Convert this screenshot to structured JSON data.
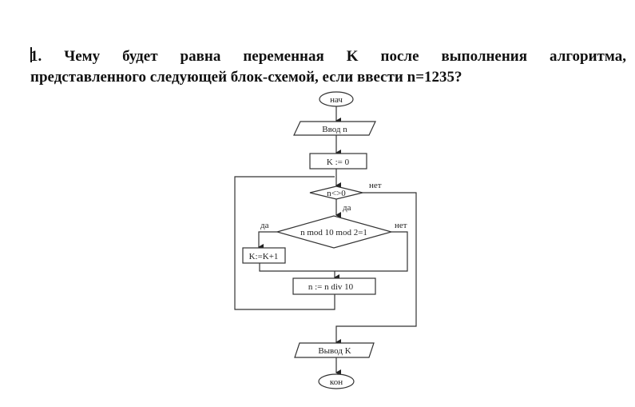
{
  "question": {
    "number": "1.",
    "line1_words": [
      "Чему",
      "будет",
      "равна",
      "переменная",
      "K",
      "после",
      "выполнения",
      "алгоритма,"
    ],
    "line2": "представленного следующей блок-схемой, если ввести n=1235?"
  },
  "flowchart": {
    "start": "нач",
    "input": "Ввод n",
    "init": "K := 0",
    "loop_condition": "n<>0",
    "loop_yes": "да",
    "loop_no": "нет",
    "inner_condition": "n mod 10 mod 2=1",
    "inner_yes": "да",
    "inner_no": "нет",
    "increment": "K:=K+1",
    "update": "n := n div 10",
    "output": "Вывод K",
    "end": "кон"
  }
}
